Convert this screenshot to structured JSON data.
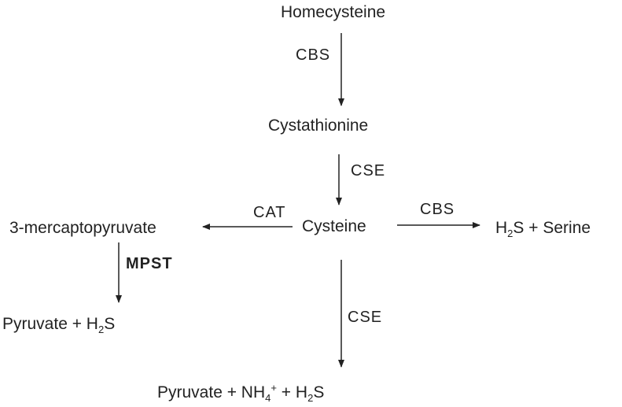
{
  "nodes": {
    "homocysteine": "Homecysteine",
    "cystathionine": "Cystathionine",
    "cysteine": "Cysteine",
    "mercaptopyruvate": "3-mercaptopyruvate",
    "h2s_serine": {
      "h": "H",
      "sub": "2",
      "rest": "S + Serine"
    },
    "pyruvate_h2s": {
      "left": "Pyruvate + H",
      "sub": "2",
      "rest": "S"
    },
    "pyruvate_nh4_h2s": {
      "left": "Pyruvate + NH",
      "sub1": "4",
      "sup": "+",
      "mid": " + H",
      "sub2": "2",
      "rest": "S"
    }
  },
  "enzymes": {
    "cbs_top": "CBS",
    "cse_top": "CSE",
    "cat": "CAT",
    "cbs_right": "CBS",
    "mpst": "MPST",
    "cse_bottom": "CSE"
  }
}
